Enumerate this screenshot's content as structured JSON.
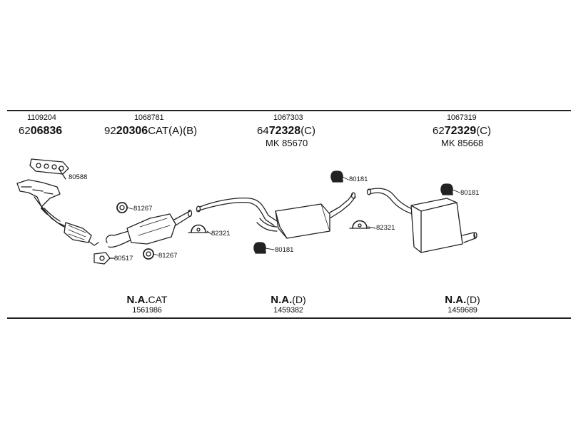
{
  "header": {
    "groups": [
      {
        "ref": "1109204",
        "code_prefix": "62",
        "code_main": "06836",
        "code_suffix": "",
        "mk": ""
      },
      {
        "ref": "1068781",
        "code_prefix": "92",
        "code_main": "20306",
        "code_suffix": "CAT(A)(B)",
        "mk": ""
      },
      {
        "ref": "1067303",
        "code_prefix": "64",
        "code_main": "72328",
        "code_suffix": "(C)",
        "mk": "MK  85670"
      },
      {
        "ref": "1067319",
        "code_prefix": "62",
        "code_main": "72329",
        "code_suffix": "(C)",
        "mk": "MK  85668"
      }
    ]
  },
  "callouts": {
    "c80588": "80588",
    "c81267a": "81267",
    "c81267b": "81267",
    "c80517": "80517",
    "c82321a": "82321",
    "c80181a": "80181",
    "c80181b": "80181",
    "c82321b": "82321",
    "c80181c": "80181"
  },
  "footer": {
    "groups": [
      {
        "na": "N.A.",
        "na_suffix": "CAT",
        "ref": "1561986"
      },
      {
        "na": "N.A.",
        "na_suffix": "(D)",
        "ref": "1459382"
      },
      {
        "na": "N.A.",
        "na_suffix": "(D)",
        "ref": "1459689"
      }
    ]
  }
}
